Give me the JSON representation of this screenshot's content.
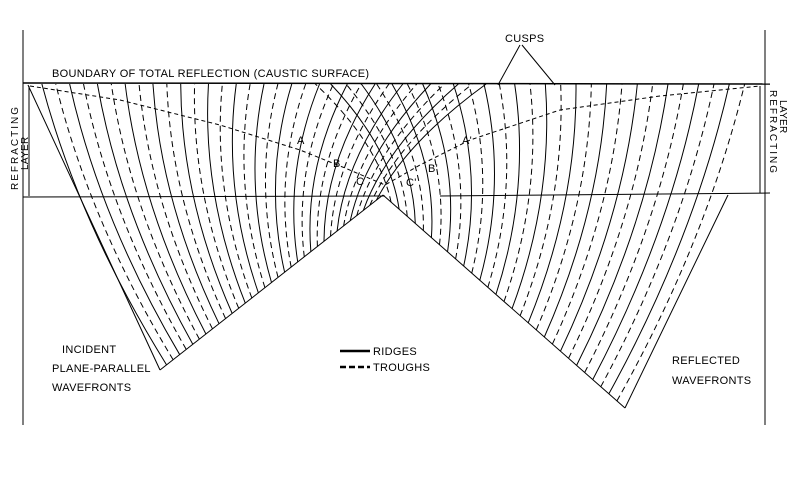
{
  "labels": {
    "boundary": "BOUNDARY OF TOTAL REFLECTION (CAUSTIC SURFACE)",
    "cusps": "CUSPS",
    "refracting_layer_left_1": "REFRACTING",
    "refracting_layer_left_2": "LAYER",
    "refracting_layer_right_1": "REFRACTING",
    "refracting_layer_right_2": "LAYER",
    "incident_1": "INCIDENT",
    "incident_2": "PLANE-PARALLEL",
    "incident_3": "WAVEFRONTS",
    "reflected_1": "REFLECTED",
    "reflected_2": "WAVEFRONTS",
    "legend_ridges": "RIDGES",
    "legend_troughs": "TROUGHS",
    "point_a": "A",
    "point_b": "B",
    "point_c": "C",
    "point_a_prime": "A'",
    "point_b_prime": "B'",
    "point_c_prime": "C'"
  },
  "colors": {
    "ink": "#000000",
    "background": "#ffffff"
  }
}
